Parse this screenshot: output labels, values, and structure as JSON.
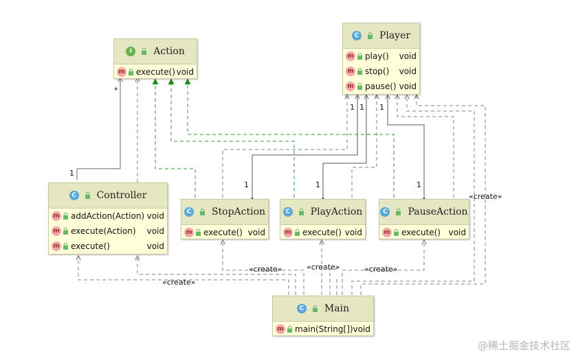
{
  "classes": {
    "action": {
      "badge": "I",
      "name": "Action",
      "members": [
        {
          "signature": "execute()",
          "return": "void"
        }
      ]
    },
    "player": {
      "badge": "C",
      "name": "Player",
      "members": [
        {
          "signature": "play()",
          "return": "void"
        },
        {
          "signature": "stop()",
          "return": "void"
        },
        {
          "signature": "pause()",
          "return": "void"
        }
      ]
    },
    "controller": {
      "badge": "C",
      "name": "Controller",
      "members": [
        {
          "signature": "addAction(Action)",
          "return": "void"
        },
        {
          "signature": "execute(Action)",
          "return": "void"
        },
        {
          "signature": "execute()",
          "return": "void"
        }
      ]
    },
    "stopaction": {
      "badge": "C",
      "name": "StopAction",
      "members": [
        {
          "signature": "execute()",
          "return": "void"
        }
      ]
    },
    "playaction": {
      "badge": "C",
      "name": "PlayAction",
      "members": [
        {
          "signature": "execute()",
          "return": "void"
        }
      ]
    },
    "pauseaction": {
      "badge": "C",
      "name": "PauseAction",
      "members": [
        {
          "signature": "execute()",
          "return": "void"
        }
      ]
    },
    "main": {
      "badge": "C",
      "name": "Main",
      "members": [
        {
          "signature": "main(String[])",
          "return": "void"
        }
      ]
    }
  },
  "method_badge": "m",
  "labels": {
    "action_multiplicity": "*",
    "controller_multiplicity": "1",
    "stop_multiplicity": "1",
    "play_multiplicity": "1",
    "pause_multiplicity": "1",
    "player_mult_1": "1",
    "player_mult_2": "1",
    "player_mult_3": "1",
    "create_pause": "«create»",
    "create_stop": "«create»",
    "create_play": "«create»",
    "create_pause2": "«create»",
    "create_controller": "«create»"
  },
  "watermark": "@稀土掘金技术社区",
  "colors": {
    "class_fill": "#fefed9",
    "class_header": "#e5e6c2",
    "dependency_line": "#808080",
    "realization_line": "#2f9a2f"
  }
}
